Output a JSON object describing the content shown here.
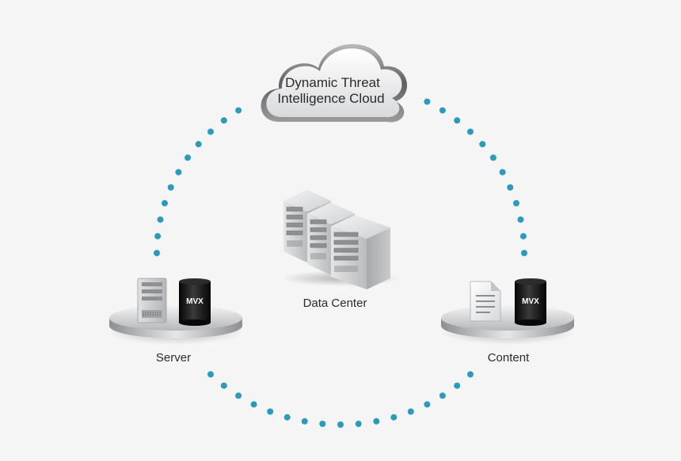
{
  "diagram": {
    "cloud_label_line1": "Dynamic Threat",
    "cloud_label_line2": "Intelligence Cloud",
    "datacenter_label": "Data Center",
    "server_label": "Server",
    "content_label": "Content",
    "server_device_badge": "MVX",
    "content_device_badge": "MVX"
  },
  "colors": {
    "background": "#f5f5f5",
    "dot": "#2a9bbd",
    "device_black": "#141414",
    "platform": "#c9cbce"
  },
  "icons": [
    "cloud-icon",
    "server-rack-icon",
    "server-tower-icon",
    "mvx-appliance-icon",
    "document-icon",
    "platform-icon"
  ]
}
